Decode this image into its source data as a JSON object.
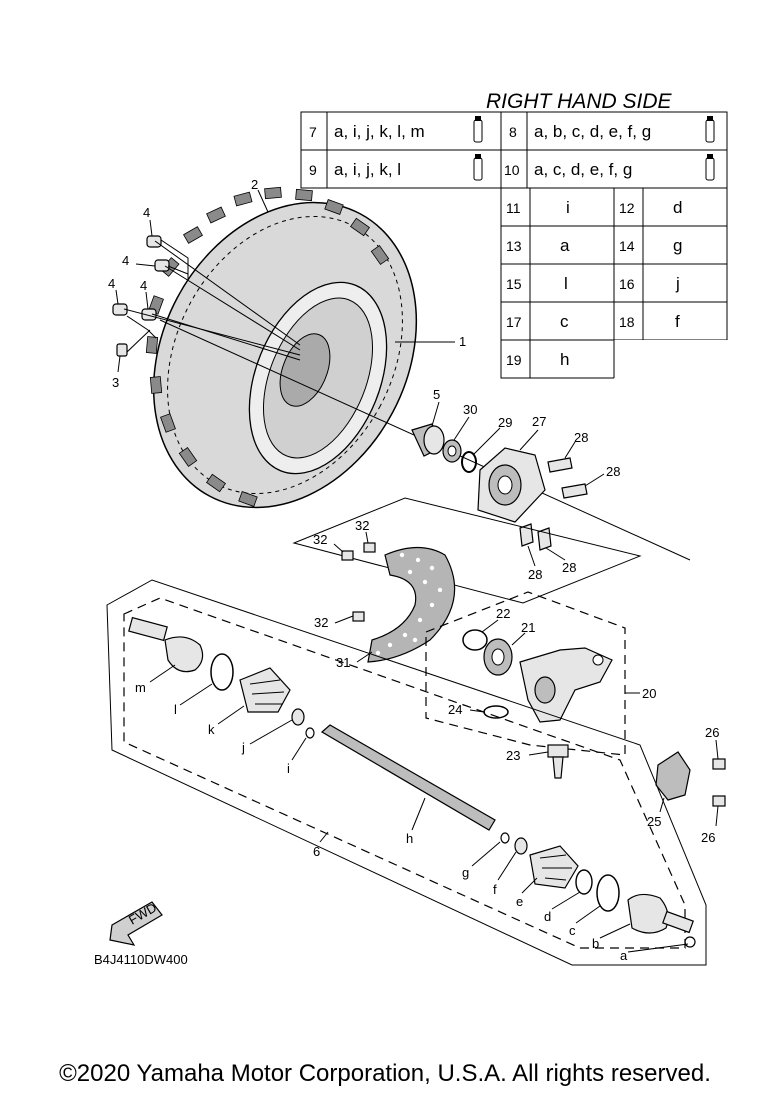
{
  "table": {
    "title": "RIGHT HAND SIDE",
    "rows_wide": [
      {
        "n1": "7",
        "t1": "a, i, j, k, l, m",
        "n2": "8",
        "t2": "a, b, c, d, e, f, g"
      },
      {
        "n1": "9",
        "t1": "a, i, j, k, l",
        "n2": "10",
        "t2": "a, c, d, e, f, g"
      }
    ],
    "rows_narrow": [
      {
        "n1": "11",
        "t1": "i",
        "n2": "12",
        "t2": "d"
      },
      {
        "n1": "13",
        "t1": "a",
        "n2": "14",
        "t2": "g"
      },
      {
        "n1": "15",
        "t1": "l",
        "n2": "16",
        "t2": "j"
      },
      {
        "n1": "17",
        "t1": "c",
        "n2": "18",
        "t2": "f"
      },
      {
        "n1": "19",
        "t1": "h"
      }
    ]
  },
  "callouts": {
    "c1": "1",
    "c2": "2",
    "c3": "3",
    "c4a": "4",
    "c4b": "4",
    "c4c": "4",
    "c4d": "4",
    "c5": "5",
    "c6": "6",
    "c20": "20",
    "c21": "21",
    "c22": "22",
    "c23": "23",
    "c24": "24",
    "c25": "25",
    "c26a": "26",
    "c26b": "26",
    "c27": "27",
    "c28a": "28",
    "c28b": "28",
    "c28c": "28",
    "c28d": "28",
    "c29": "29",
    "c30": "30",
    "c31": "31",
    "c32a": "32",
    "c32b": "32",
    "c32c": "32",
    "la": "a",
    "lb": "b",
    "lc": "c",
    "ld": "d",
    "le": "e",
    "lf": "f",
    "lg": "g",
    "lh": "h",
    "li": "i",
    "lj": "j",
    "lk": "k",
    "ll": "l",
    "lm": "m"
  },
  "fwd_label": "FWD",
  "diagram_code": "B4J4110DW400",
  "copyright": "©2020 Yamaha Motor Corporation, U.S.A. All rights reserved."
}
